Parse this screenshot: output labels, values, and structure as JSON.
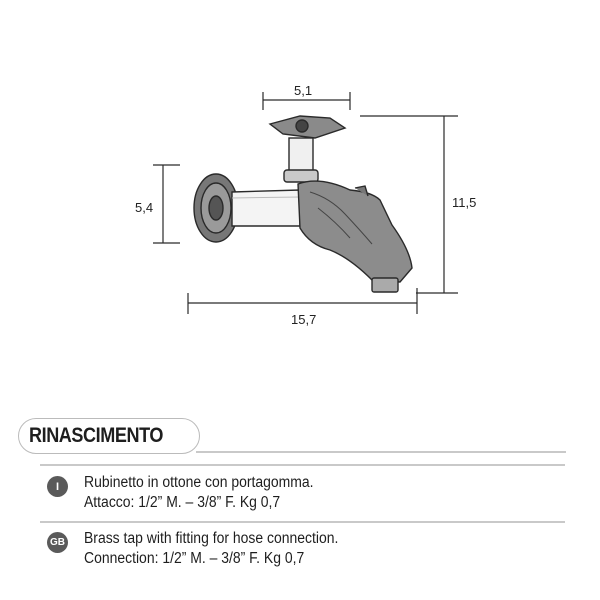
{
  "dimensions": {
    "top_width": "5,1",
    "height_left": "5,4",
    "height_right": "11,5",
    "bottom_length": "15,7"
  },
  "product": {
    "name": "RINASCIMENTO"
  },
  "descriptions": [
    {
      "badge": "I",
      "line1": "Rubinetto in ottone con portagomma.",
      "line2": "Attacco: 1/2” M. – 3/8” F.  Kg 0,7"
    },
    {
      "badge": "GB",
      "line1": "Brass tap with fitting for hose connection.",
      "line2": "Connection: 1/2” M. – 3/8” F.  Kg 0,7"
    }
  ],
  "colors": {
    "text": "#1e1e1e",
    "badge": "#5a5a5a",
    "separator": "#c9c9c9",
    "drawing": "#2a2a2a"
  }
}
